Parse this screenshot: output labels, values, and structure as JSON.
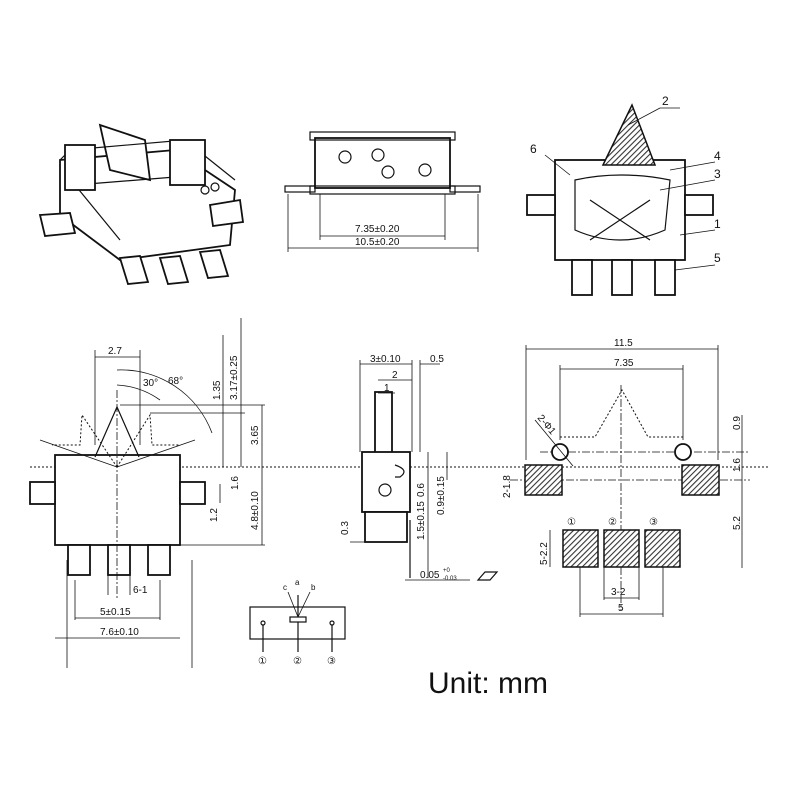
{
  "top_view": {
    "dim_inner": "7.35±0.20",
    "dim_outer": "10.5±0.20"
  },
  "callouts": [
    "1",
    "2",
    "3",
    "4",
    "5",
    "6"
  ],
  "side_view": {
    "d_width_top": "2.7",
    "angle_small": "30°",
    "angle_large": "68°",
    "d_135": "1.35",
    "d_317": "3.17±0.25",
    "d_365": "3.65",
    "d_16": "1.6",
    "d_12": "1.2",
    "d_48": "4.8±0.10",
    "d_pin": "6-1",
    "d_pitch": "5±0.15",
    "d_total": "7.6±0.10"
  },
  "end_view": {
    "d_3": "3±0.10",
    "d_05": "0.5",
    "d_2": "2",
    "d_1": "1",
    "d_06": "0.6",
    "d_09": "0.9±0.15",
    "d_15": "1.5±0.15",
    "d_03": "0.3",
    "d_flat": "0.05",
    "d_flat_tol_upper": "+0",
    "d_flat_tol_lower": "-0.03"
  },
  "footprint": {
    "d_115": "11.5",
    "d_735": "7.35",
    "d_hole": "2-Φ1",
    "d_09": "0.9",
    "d_16": "1.6",
    "d_side_pad": "2-1.8",
    "d_52": "5.2",
    "d_pad": "5-2.2",
    "d_pad_w": "3-2",
    "d_pitch": "5",
    "pins": [
      "①",
      "②",
      "③"
    ]
  },
  "schematic": {
    "positions": [
      "c",
      "a",
      "b"
    ],
    "pins": [
      "①",
      "②",
      "③"
    ]
  },
  "unit_label": "Unit: mm"
}
